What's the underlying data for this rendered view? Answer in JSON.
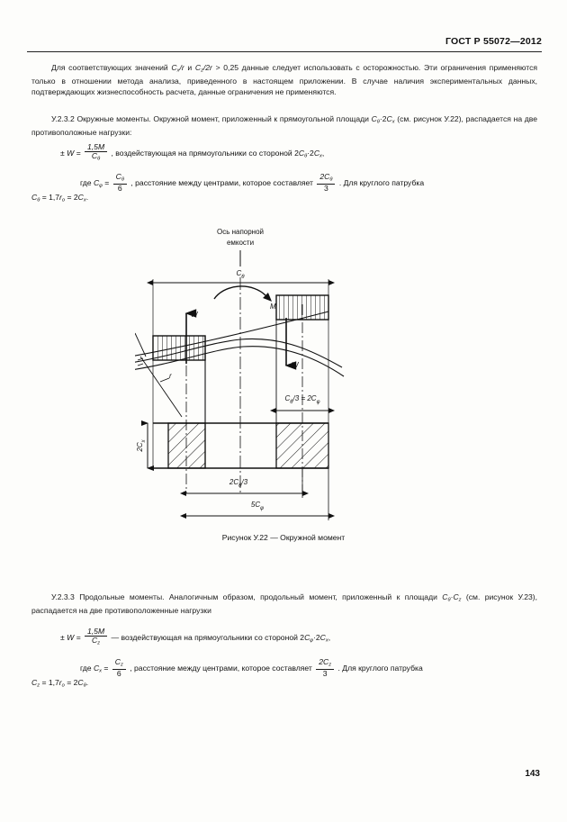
{
  "document": {
    "standard_header": "ГОСТ Р 55072—2012",
    "page_number": "143"
  },
  "paragraphs": {
    "p1_a": "Для соответствующих значений",
    "p1_var1_C": "C",
    "p1_var1_sub": "x",
    "p1_var1_tail": "/r",
    "p1_and": "и",
    "p1_var2_C": "C",
    "p1_var2_sub": "z",
    "p1_var2_tail": "/2r",
    "p1_b": "> 0,25 данные следует использовать с осторожностью. Эти ограничения применяются только в отношении метода анализа, приведенного в настоящем приложении. В случае наличия экспериментальных данных, подтверждающих жизнеспособность расчета, данные ограничения не применяются.",
    "p2_number": "У.2.3.2",
    "p2_title": "Окружные моменты.",
    "p2_a": "Окружной момент,  приложенный к прямоугольной  площади",
    "p2_area_1_C": "C",
    "p2_area_1_sub": "θ",
    "p2_area_mid": "·2",
    "p2_area_2_C": "C",
    "p2_area_2_sub": "x",
    "p2_b": "(см. рисунок У.22), распадается на две противоположные нагрузки:",
    "f1_pm": "± W =",
    "f1_num": "1,5M",
    "f1_den_C": "C",
    "f1_den_sub": "θ",
    "f1_tail_a": ", воздействующая на прямоугольники со стороной 2",
    "f1_tail_C1": "C",
    "f1_tail_sub1": "θ",
    "f1_tail_mid": "·2",
    "f1_tail_C2": "C",
    "f1_tail_sub2": "x",
    "f1_tail_end": ",",
    "p3_where": "где",
    "p3_lhs_C": "C",
    "p3_lhs_sub": "φ",
    "p3_eq": "=",
    "p3_num_C": "C",
    "p3_num_sub": "θ",
    "p3_den": "6",
    "p3_mid": ",     расстояние     между     центрами,     которое     составляет",
    "p3_frac_num_C": "2C",
    "p3_frac_num_sub": "θ",
    "p3_frac_den": "3",
    "p3_tail": ". Для  круглого  патрубка",
    "p3_last_C": "C",
    "p3_last_sub": "θ",
    "p3_last_eq": "= 1,7",
    "p3_last_r": "r",
    "p3_last_r_sub": "o",
    "p3_last_eq2": "= 2",
    "p3_last_C2": "C",
    "p3_last_C2_sub": "x",
    "p3_last_end": ".",
    "p4_number": "У.2.3.3",
    "p4_title": "Продольные моменты.",
    "p4_a": "Аналогичным образом, продольный момент, приложенный к площади",
    "p4_area_1_C": "C",
    "p4_area_1_sub": "θ",
    "p4_area_mid": "·",
    "p4_area_2_C": "C",
    "p4_area_2_sub": "z",
    "p4_b": "(см. рисунок У.23), распадается на две противоположенные нагрузки",
    "f2_pm": "± W =",
    "f2_num": "1,5M",
    "f2_den_C": "C",
    "f2_den_sub": "z",
    "f2_tail_a": "— воздействующая на прямоугольники со стороной 2",
    "f2_tail_C1": "C",
    "f2_tail_sub1": "φ",
    "f2_tail_mid": "·2",
    "f2_tail_C2": "C",
    "f2_tail_sub2": "x",
    "f2_tail_end": ",",
    "p5_where": "где",
    "p5_lhs_C": "C",
    "p5_lhs_sub": "x",
    "p5_eq": "=",
    "p5_num_C": "C",
    "p5_num_sub": "z",
    "p5_den": "6",
    "p5_mid": ",     расстояние     между     центрами,     которое     составляет",
    "p5_frac_num_C": "2C",
    "p5_frac_num_sub": "z",
    "p5_frac_den": "3",
    "p5_tail": ". Для  круглого  патрубка",
    "p5_last_C": "C",
    "p5_last_sub": "z",
    "p5_last_eq": "= 1,7",
    "p5_last_r": "r",
    "p5_last_r_sub": "o",
    "p5_last_eq2": "= 2",
    "p5_last_C2": "C",
    "p5_last_C2_sub": "θ",
    "p5_last_end": "."
  },
  "figure": {
    "caption": "Рисунок У.22 — Окружной момент",
    "axis_title_line1": "Ось напорной",
    "axis_title_line2": "емкости",
    "dim_top": "C",
    "dim_top_sub": "θ",
    "moment_label": "M",
    "load_up_label": "W",
    "load_down_label": "W",
    "thickness_label": "t",
    "radius_label": "r",
    "dim_right": "C",
    "dim_right_sub": "θ",
    "dim_right_rest": "/3 = 2",
    "dim_right_C2": "C",
    "dim_right_C2_sub": "φ",
    "dim_left_vertical": "2C",
    "dim_left_vertical_sub": "x",
    "dim_bottom1": "2C",
    "dim_bottom1_sub": "θ",
    "dim_bottom1_rest": "/3",
    "dim_bottom2": "5C",
    "dim_bottom2_sub": "φ"
  }
}
